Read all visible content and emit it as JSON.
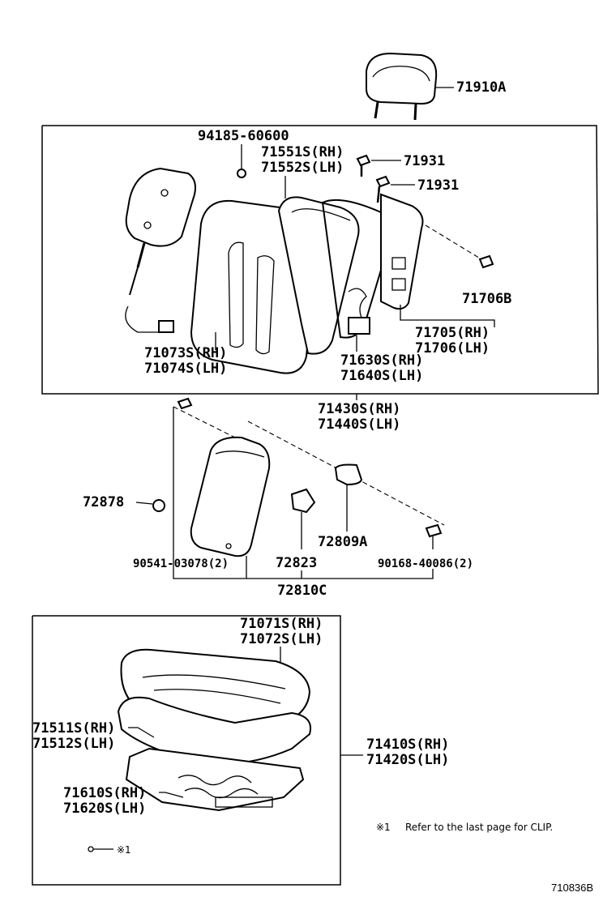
{
  "labels": {
    "headrest": "71910A",
    "bolt_94185": "94185-60600",
    "cover_rh_551": "71551S(RH)",
    "cover_lh_552": "71552S(LH)",
    "guide_1": "71931",
    "guide_2": "71931",
    "clip_71706b": "71706B",
    "frame_rh": "71705(RH)",
    "frame_lh": "71706(LH)",
    "cover_rh_073": "71073S(RH)",
    "cover_lh_074": "71074S(LH)",
    "pad_rh_630": "71630S(RH)",
    "pad_lh_640": "71640S(LH)",
    "back_rh_430": "71430S(RH)",
    "back_lh_440": "71440S(LH)",
    "knob_72878": "72878",
    "cover_72809a": "72809A",
    "screw_90541": "90541-03078(2)",
    "clip_72823": "72823",
    "screw_90168": "90168-40086(2)",
    "armrest_72810c": "72810C",
    "cushion_cover_rh": "71071S(RH)",
    "cushion_cover_lh": "71072S(LH)",
    "cushion_pad_rh": "71511S(RH)",
    "cushion_pad_lh": "71512S(LH)",
    "cushion_rh": "71410S(RH)",
    "cushion_lh": "71420S(LH)",
    "spring_rh": "71610S(RH)",
    "spring_lh": "71620S(LH)"
  },
  "note": {
    "mark": "※1",
    "text": "Refer to the last page for CLIP."
  },
  "legend_mark": "※1",
  "drawing_code": "710836B"
}
